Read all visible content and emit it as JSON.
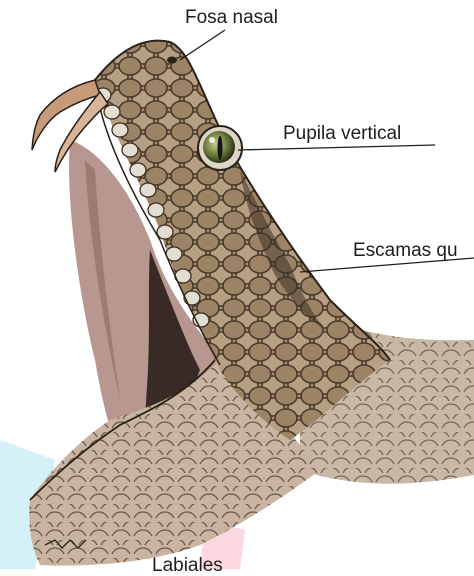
{
  "labels": {
    "nasal": "Fosa nasal",
    "pupil": "Pupila vertical",
    "scales": "Escamas qu",
    "labial": "Labiales"
  },
  "colors": {
    "skin_tan": "#a78e72",
    "skin_dark": "#5e4a36",
    "mouth_pink": "#b7978f",
    "mouth_dark": "#3a2a25",
    "scale_light": "#e3ddd2",
    "eye": "#6a7a3c",
    "fang": "#c79a7a",
    "watermark_cyan": "#d3f1f6",
    "watermark_pink": "#fbd8df",
    "leader_line": "#1e1e1e"
  },
  "icons": {
    "subject": "snake-head-illustration"
  }
}
